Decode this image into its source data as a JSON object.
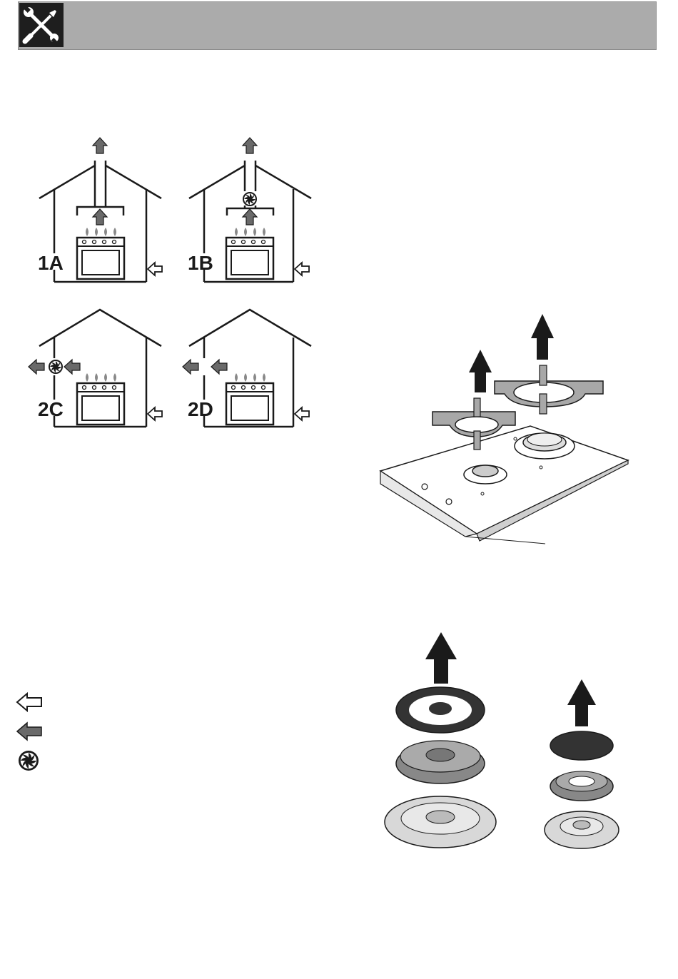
{
  "header": {
    "icon": "tools-icon"
  },
  "ventilation": {
    "panels": [
      {
        "label": "1A"
      },
      {
        "label": "1B"
      },
      {
        "label": "2C"
      },
      {
        "label": "2D"
      }
    ]
  },
  "legend": {
    "items": [
      {
        "icon": "outline-arrow-left-icon"
      },
      {
        "icon": "filled-arrow-left-icon"
      },
      {
        "icon": "fan-icon"
      }
    ]
  },
  "figures": {
    "hob": {
      "icon": "hob-pan-supports-icon"
    },
    "burners": {
      "icon": "burner-parts-icon"
    }
  },
  "colors": {
    "header": "#ababab",
    "ink": "#1a1a1a",
    "arrow": "#6a6a6a"
  }
}
